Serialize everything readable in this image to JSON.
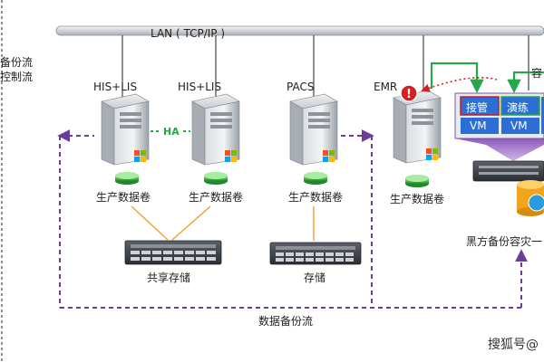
{
  "network": {
    "lan_label": "LAN ( TCP/IP )"
  },
  "legend": {
    "backup_flow": "备份流",
    "control_flow": "控制流",
    "top_right_fragment": "容"
  },
  "servers": [
    {
      "name": "HIS+LIS",
      "volume": "生产数据卷"
    },
    {
      "name": "HIS+LIS",
      "volume": "生产数据卷"
    },
    {
      "name": "PACS",
      "volume": "生产数据卷"
    },
    {
      "name": "EMR",
      "volume": "生产数据卷"
    }
  ],
  "ha_label": "HA",
  "storage": [
    {
      "label": "共享存储"
    },
    {
      "label": "存储"
    }
  ],
  "vm_panel": {
    "top": [
      "接管",
      "演练"
    ],
    "bottom": [
      "VM",
      "VM"
    ]
  },
  "backup_appliance_label": "黑方备份容灾一",
  "data_flow_label": "数据备份流",
  "watermark": "搜狐号@",
  "alert_symbol": "!",
  "colors": {
    "backup_flow": "#6b3d9a",
    "control_flow": "#2aa64a",
    "alert": "#d42020",
    "vm_blue": "#2b6fd6",
    "storage_link": "#f0a030"
  }
}
